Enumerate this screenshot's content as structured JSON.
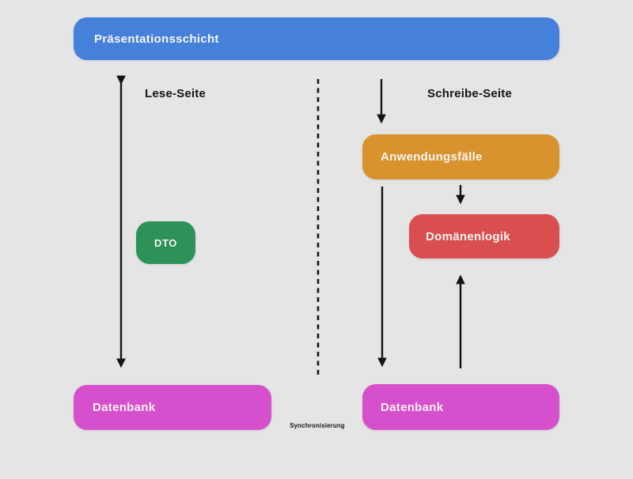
{
  "colors": {
    "background": "#e6e5e5",
    "blue": "#4580db",
    "orange": "#d8932f",
    "red": "#d94e4e",
    "green": "#2e9158",
    "magenta": "#d64fcc",
    "box_text": "#f9f4f1",
    "label_text": "#151515",
    "line_color": "#141414"
  },
  "nodes": {
    "presentation": {
      "label": "Präsentationsschicht",
      "color": "#4580db"
    },
    "use_cases": {
      "label": "Anwendungsfälle",
      "color": "#d8932f"
    },
    "domain_logic": {
      "label": "Domänenlogik",
      "color": "#d94e4e"
    },
    "dto": {
      "label": "DTO",
      "color": "#2e9158"
    },
    "database_read": {
      "label": "Datenbank",
      "color": "#d64fcc"
    },
    "database_write": {
      "label": "Datenbank",
      "color": "#d64fcc"
    }
  },
  "labels": {
    "read_side": "Lese-Seite",
    "write_side": "Schreibe-Seite",
    "synchronization": "Synchronisierung"
  }
}
